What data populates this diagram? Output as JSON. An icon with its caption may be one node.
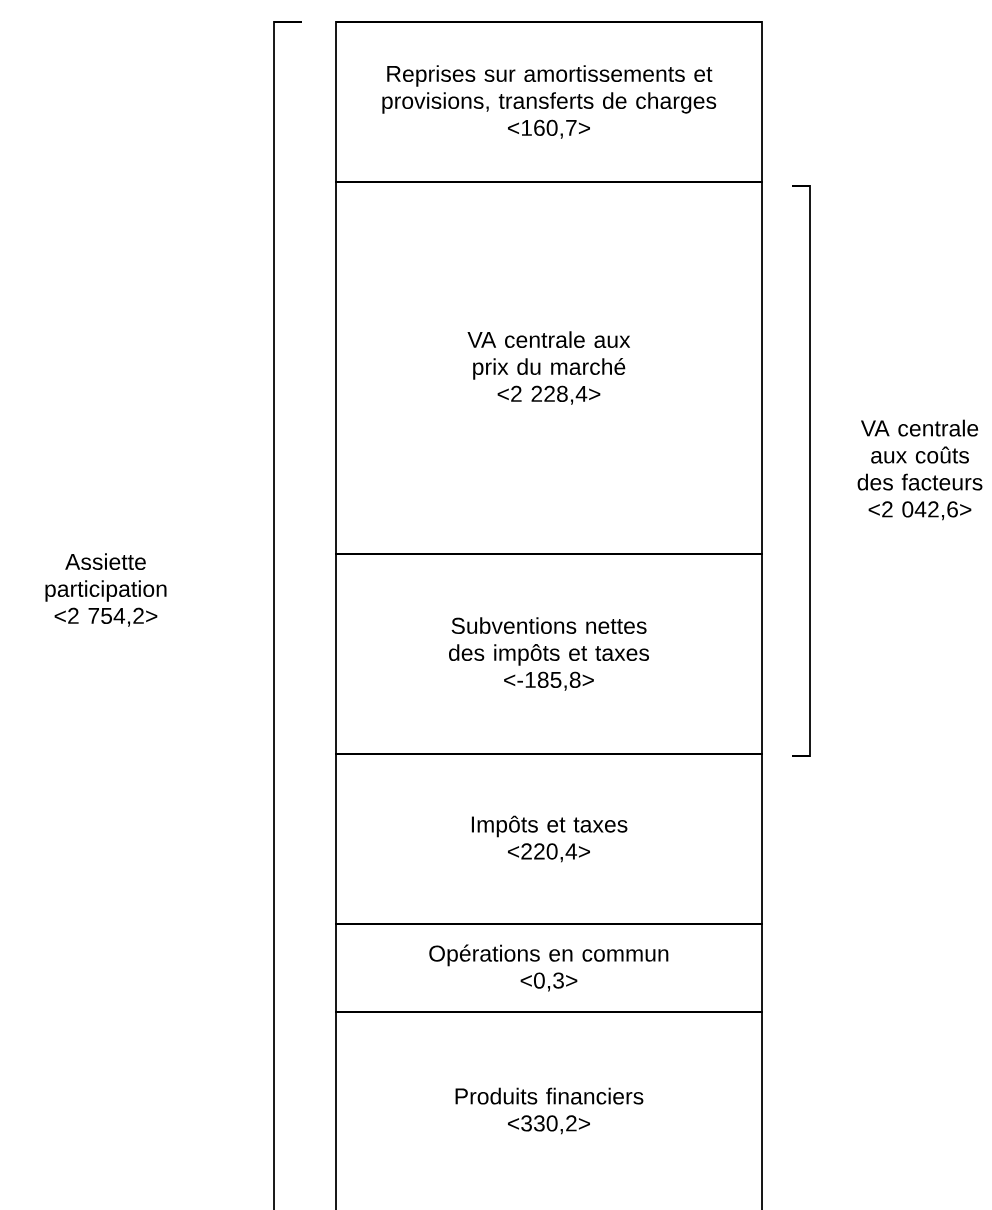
{
  "diagram": {
    "nodes": [
      {
        "text": [
          "Reprises sur amortissements et provisions, transferts de charges",
          "<160,7>"
        ]
      },
      {
        "text": [
          "VA centrale aux prix du marché",
          "<2 228,4>"
        ]
      },
      {
        "text": [
          "Subventions nettes des impôts et taxes",
          "<-185,8>"
        ]
      },
      {
        "text": [
          "Impôts et taxes",
          "<220,4>"
        ]
      },
      {
        "text": [
          "Opérations en commun",
          "<0,3>"
        ]
      },
      {
        "text": [
          "Produits financiers",
          "<330,2>"
        ]
      }
    ],
    "labels": [
      "Assiette participation <2 754,2>",
      "VA centrale aux coûts des facteurs <2 042,6>"
    ]
  }
}
